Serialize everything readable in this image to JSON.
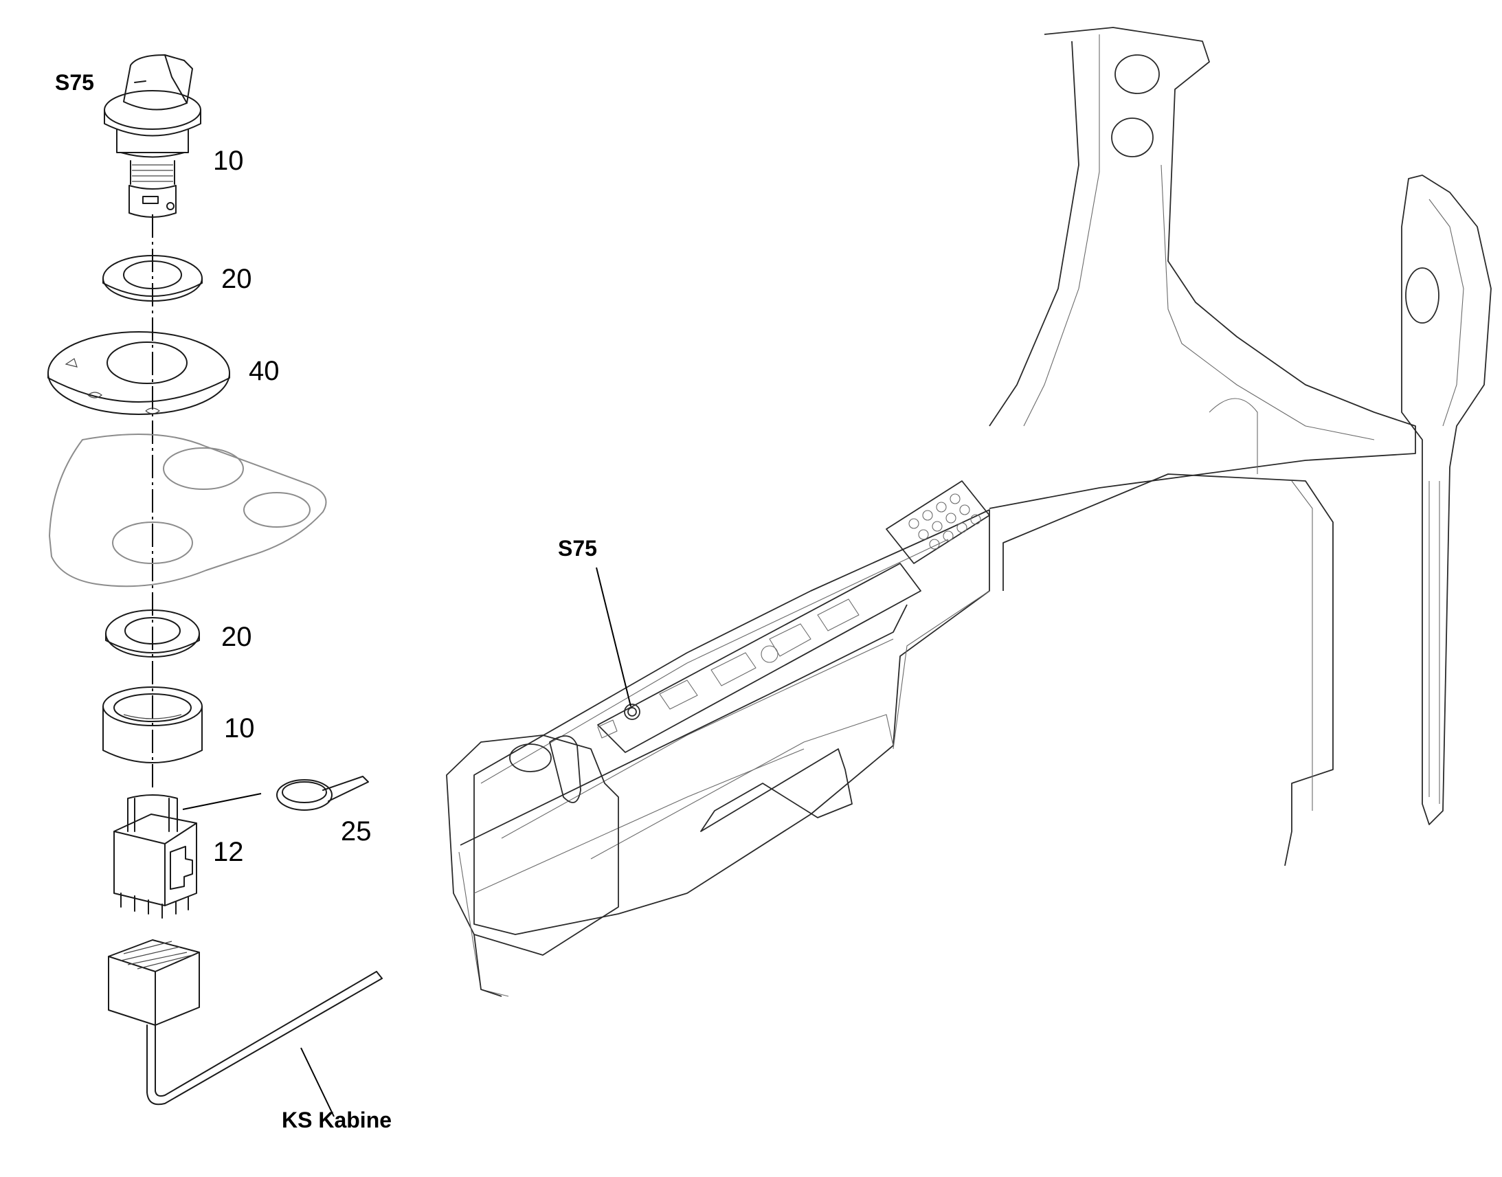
{
  "diagram": {
    "title": "",
    "exploded_view": {
      "component_label": "S75",
      "item_numbers": {
        "knob": "10",
        "ring_top": "20",
        "label_plate": "40",
        "ring_bottom": "20",
        "nut": "10",
        "switch_block": "12",
        "cable_tie": "25"
      },
      "harness_label": "KS Kabine"
    },
    "cab_view": {
      "component_label": "S75"
    }
  },
  "colors": {
    "line": "#1a1a1a",
    "faint_part": "#8c8c8c",
    "background": "#ffffff"
  }
}
